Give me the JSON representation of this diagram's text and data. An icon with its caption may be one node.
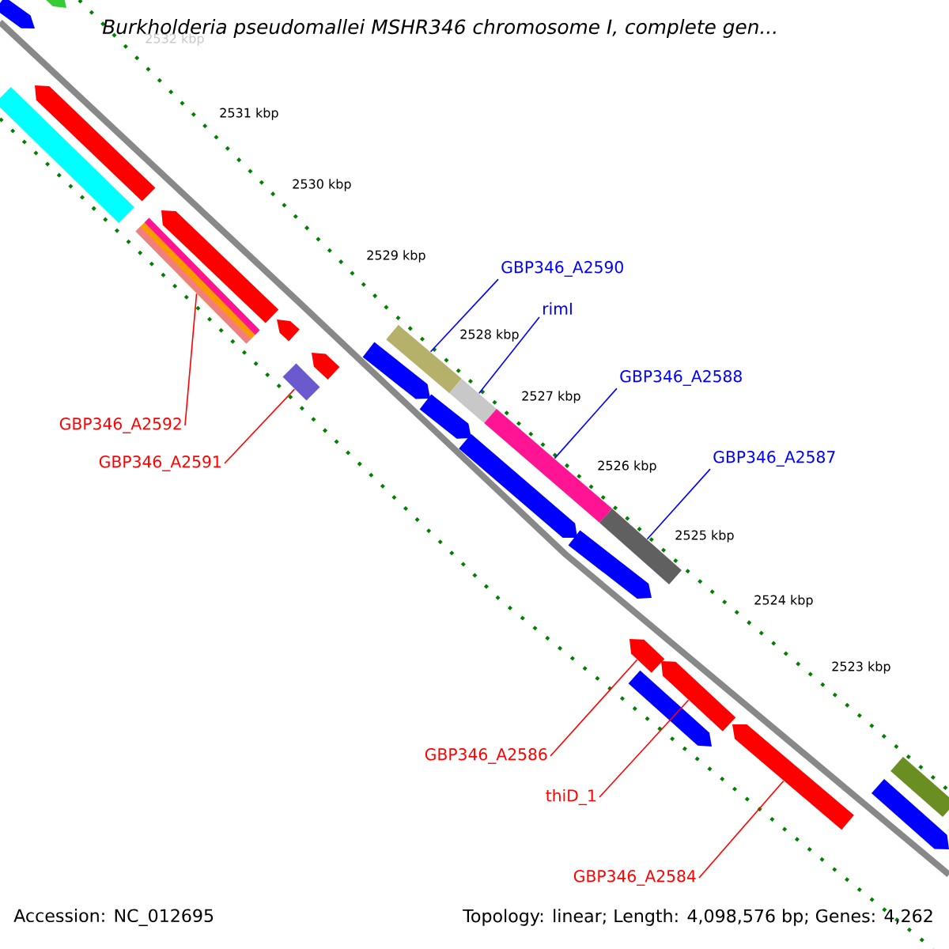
{
  "diagram": {
    "title": "Burkholderia pseudomallei MSHR346 chromosome I, complete gen...",
    "nodes": [
      {
        "text": [
          "GBP346_A2590"
        ]
      },
      {
        "text": [
          "rimI"
        ]
      },
      {
        "text": [
          "GBP346_A2588"
        ]
      },
      {
        "text": [
          "GBP346_A2587"
        ]
      },
      {
        "text": [
          "GBP346_A2592"
        ]
      },
      {
        "text": [
          "GBP346_A2591"
        ]
      },
      {
        "text": [
          "GBP346_A2586"
        ]
      },
      {
        "text": [
          "thiD_1"
        ]
      },
      {
        "text": [
          "GBP346_A2584"
        ]
      },
      {
        "text": [],
        "shape": "pentagon"
      },
      {
        "text": [],
        "shape": "pentagon"
      },
      {
        "text": [],
        "shape": "pentagon"
      },
      {
        "text": [],
        "shape": "bar"
      },
      {
        "text": [],
        "shape": "pentagon"
      },
      {
        "text": [],
        "shape": "bar"
      },
      {
        "text": [],
        "shape": "pentagon"
      },
      {
        "text": [],
        "shape": "pentagon"
      },
      {
        "text": [],
        "shape": "bar"
      },
      {
        "text": [],
        "shape": "pentagon"
      },
      {
        "text": [],
        "shape": "bar"
      },
      {
        "text": [],
        "shape": "bar"
      },
      {
        "text": [],
        "shape": "pentagon"
      },
      {
        "text": [],
        "shape": "bar"
      },
      {
        "text": [],
        "shape": "pentagon"
      },
      {
        "text": [],
        "shape": "bar"
      },
      {
        "text": [],
        "shape": "pentagon"
      },
      {
        "text": [],
        "shape": "pentagon"
      },
      {
        "text": [],
        "shape": "pentagon"
      },
      {
        "text": [],
        "shape": "pentagon"
      },
      {
        "text": [],
        "shape": "pentagon"
      },
      {
        "text": [],
        "shape": "bar"
      },
      {
        "text": [],
        "shape": "pentagon"
      }
    ],
    "edges": [
      {
        "from": 0,
        "to": 17,
        "arrow": "none",
        "color": "#0000ff"
      },
      {
        "from": 1,
        "to": 20,
        "arrow": "none",
        "color": "#0000ff"
      },
      {
        "from": 2,
        "to": 22,
        "arrow": "none",
        "color": "#0000ff"
      },
      {
        "from": 3,
        "to": 24,
        "arrow": "none",
        "color": "#0000ff"
      },
      {
        "from": 4,
        "to": 14,
        "arrow": "none"
      },
      {
        "from": 5,
        "to": 19,
        "arrow": "none"
      },
      {
        "from": 6,
        "to": 26,
        "arrow": "none"
      },
      {
        "from": 7,
        "to": 27,
        "arrow": "none"
      },
      {
        "from": 8,
        "to": 29,
        "arrow": "none"
      }
    ],
    "labels": [
      "2532 kbp",
      "2531 kbp",
      "2530 kbp",
      "2529 kbp",
      "2528 kbp",
      "2527 kbp",
      "2526 kbp",
      "2525 kbp",
      "2524 kbp",
      "2523 kbp",
      "Accession: NC_012695",
      "Topology: linear; Length: 4,098,576 bp; Genes: 4,262"
    ]
  }
}
